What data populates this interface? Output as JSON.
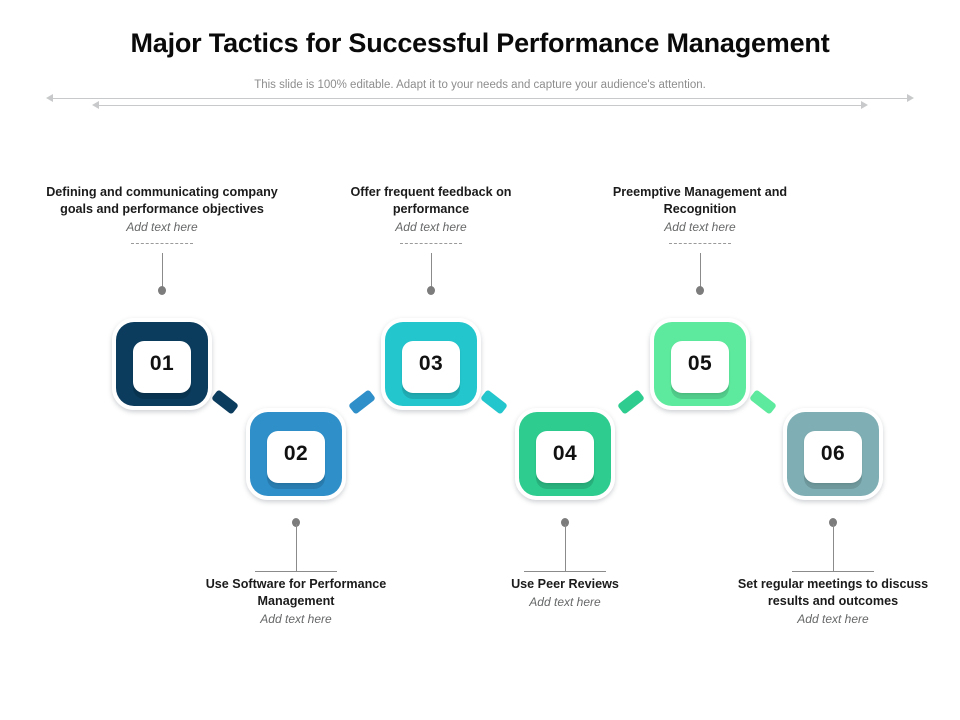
{
  "header": {
    "title": "Major Tactics for Successful Performance Management",
    "subtitle": "This slide is 100% editable. Adapt it to your needs and capture your audience's attention."
  },
  "colors": {
    "step_01": "#0b3c5d",
    "step_02": "#2f8fc9",
    "step_03": "#24c6cd",
    "step_04": "#2ecc8f",
    "step_05": "#5eea9e",
    "step_06": "#7fafb4",
    "line": "#8b8b8b",
    "arrow": "#c8c9cb",
    "title_text": "#0a0a0a",
    "subtitle_text": "#8d8d8d"
  },
  "steps": [
    {
      "number": "01",
      "color": "#0b3c5d",
      "position": "top",
      "label": "Defining and communicating company goals and performance objectives",
      "label_line1": "Defining and communicating company",
      "label_line2": "goals and performance objectives",
      "sub": "Add text here"
    },
    {
      "number": "02",
      "color": "#2f8fc9",
      "position": "bottom",
      "label": "Use Software for Performance Management",
      "label_line1": "Use Software for Performance",
      "label_line2": "Management",
      "sub": "Add text here"
    },
    {
      "number": "03",
      "color": "#24c6cd",
      "position": "top",
      "label": "Offer frequent feedback on performance",
      "label_line1": "Offer frequent feedback on",
      "label_line2": "performance",
      "sub": "Add text here"
    },
    {
      "number": "04",
      "color": "#2ecc8f",
      "position": "bottom",
      "label": "Use Peer Reviews",
      "label_line1": "Use Peer Reviews",
      "label_line2": "",
      "sub": "Add text here"
    },
    {
      "number": "05",
      "color": "#5eea9e",
      "position": "top",
      "label": "Preemptive Management and Recognition",
      "label_line1": "Preemptive Management and",
      "label_line2": "Recognition",
      "sub": "Add text here"
    },
    {
      "number": "06",
      "color": "#7fafb4",
      "position": "bottom",
      "label": "Set regular meetings to discuss results and outcomes",
      "label_line1": "Set regular meetings to discuss",
      "label_line2": "results and outcomes",
      "sub": "Add text here"
    }
  ]
}
